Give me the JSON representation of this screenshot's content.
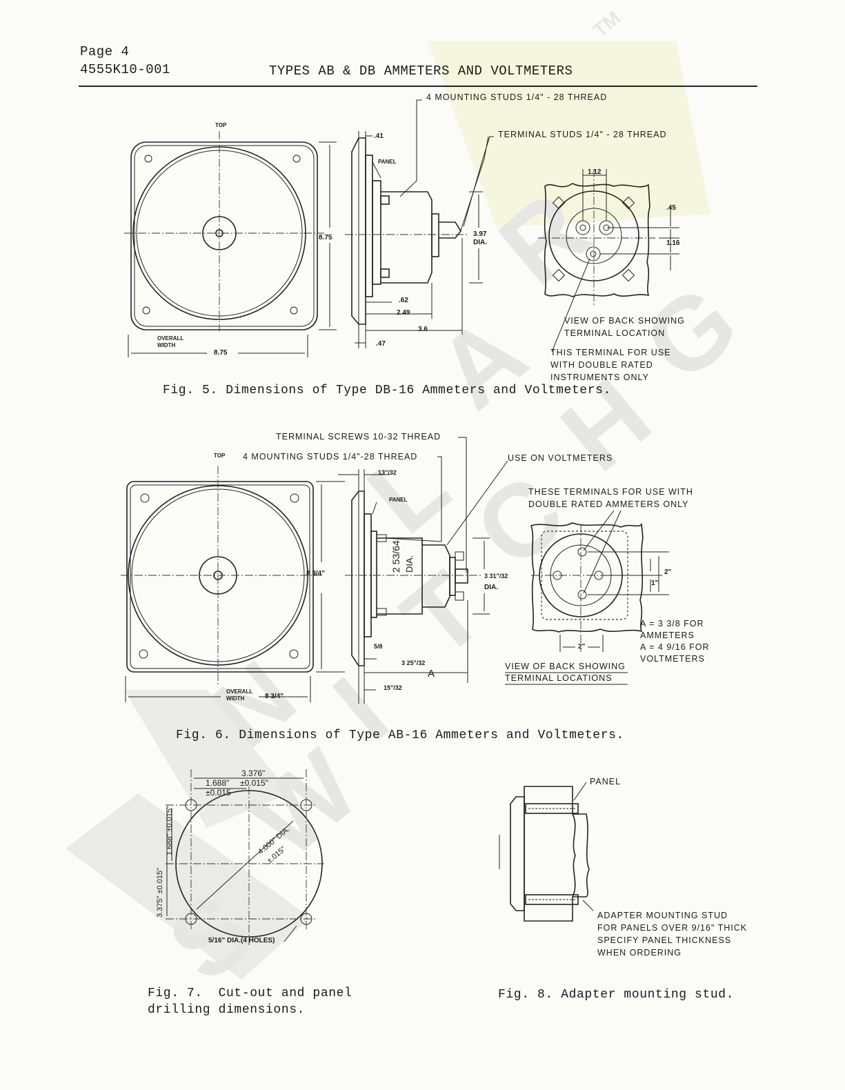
{
  "header": {
    "page": "Page 4",
    "doc_number": "4555K10-001",
    "title": "TYPES AB & DB AMMETERS AND VOLTMETERS"
  },
  "fig5": {
    "caption": "Fig. 5.  Dimensions of Type DB-16 Ammeters and Voltmeters.",
    "callout_mounting": "4 MOUNTING STUDS 1/4\" - 28 THREAD",
    "callout_terminal": "TERMINAL STUDS 1/4\" - 28 THREAD",
    "top": "TOP",
    "panel": "PANEL",
    "overall_width": "OVERALL\nWIDTH",
    "dims": {
      "d41": ".41",
      "d875h": "8.75",
      "d397": "3.97",
      "dia": "DIA.",
      "d62": ".62",
      "d249": "2.49",
      "d36": "3.6",
      "d47": ".47",
      "d875w": "8.75",
      "d112": "1.12",
      "d45": ".45",
      "d116": "1.16"
    },
    "view_back": "VIEW OF BACK SHOWING\nTERMINAL LOCATION",
    "terminal_note": "THIS TERMINAL FOR USE\nWITH DOUBLE RATED\nINSTRUMENTS ONLY"
  },
  "fig6": {
    "caption": "Fig. 6.  Dimensions of Type AB-16 Ammeters and Voltmeters.",
    "callout_screws": "TERMINAL SCREWS 10-32 THREAD",
    "callout_mounting": "4 MOUNTING STUDS 1/4\"-28 THREAD",
    "callout_voltmeters": "USE ON VOLTMETERS",
    "top": "TOP",
    "panel": "PANEL",
    "overall_width": "OVERALL\nWIDTH",
    "double_rated": "THESE TERMINALS FOR USE WITH\nDOUBLE RATED AMMETERS ONLY",
    "dims": {
      "d1332": "13\"/32",
      "d834h": "8 3/4\"",
      "d25364": "2 53/64",
      "dia": "DIA.",
      "d33132": "3 31\"/32",
      "d58": "5/8",
      "d32532": "3 25\"/32",
      "dA": "A",
      "d1532": "15\"/32",
      "d834w": "8 3/4\"",
      "d2in": "2\"",
      "d1in": "1\"",
      "d2inb": "2\""
    },
    "a_note": "A = 3 3/8 FOR\nAMMETERS\nA = 4 9/16 FOR\nVOLTMETERS",
    "view_back": "VIEW OF BACK SHOWING\nTERMINAL LOCATIONS"
  },
  "fig7": {
    "caption": "Fig. 7.  Cut-out and panel\ndrilling dimensions.",
    "dims": {
      "d3376": "3.376\"",
      "d015a": "±0.015\"",
      "d1688": "1.688\"",
      "d015b": "±0.015",
      "v1688": "1.688\" ±0.015\"",
      "v3375": "3.375\" ±0.015\"",
      "dia": "4.000\" DIA.",
      "diatol": "±.015\""
    },
    "holes": "5/16\" DIA.(4 HOLES)"
  },
  "fig8": {
    "caption": "Fig. 8.  Adapter mounting stud.",
    "panel": "PANEL",
    "note": "ADAPTER MOUNTING STUD\nFOR PANELS OVER 9/16\" THICK\nSPECIFY PANEL THICKNESS\nWHEN ORDERING"
  },
  "watermark": {
    "tm": "TM",
    "word1": "SOLAR",
    "word2": "SWITCHGEAR",
    "logo_letters": "NWW"
  }
}
